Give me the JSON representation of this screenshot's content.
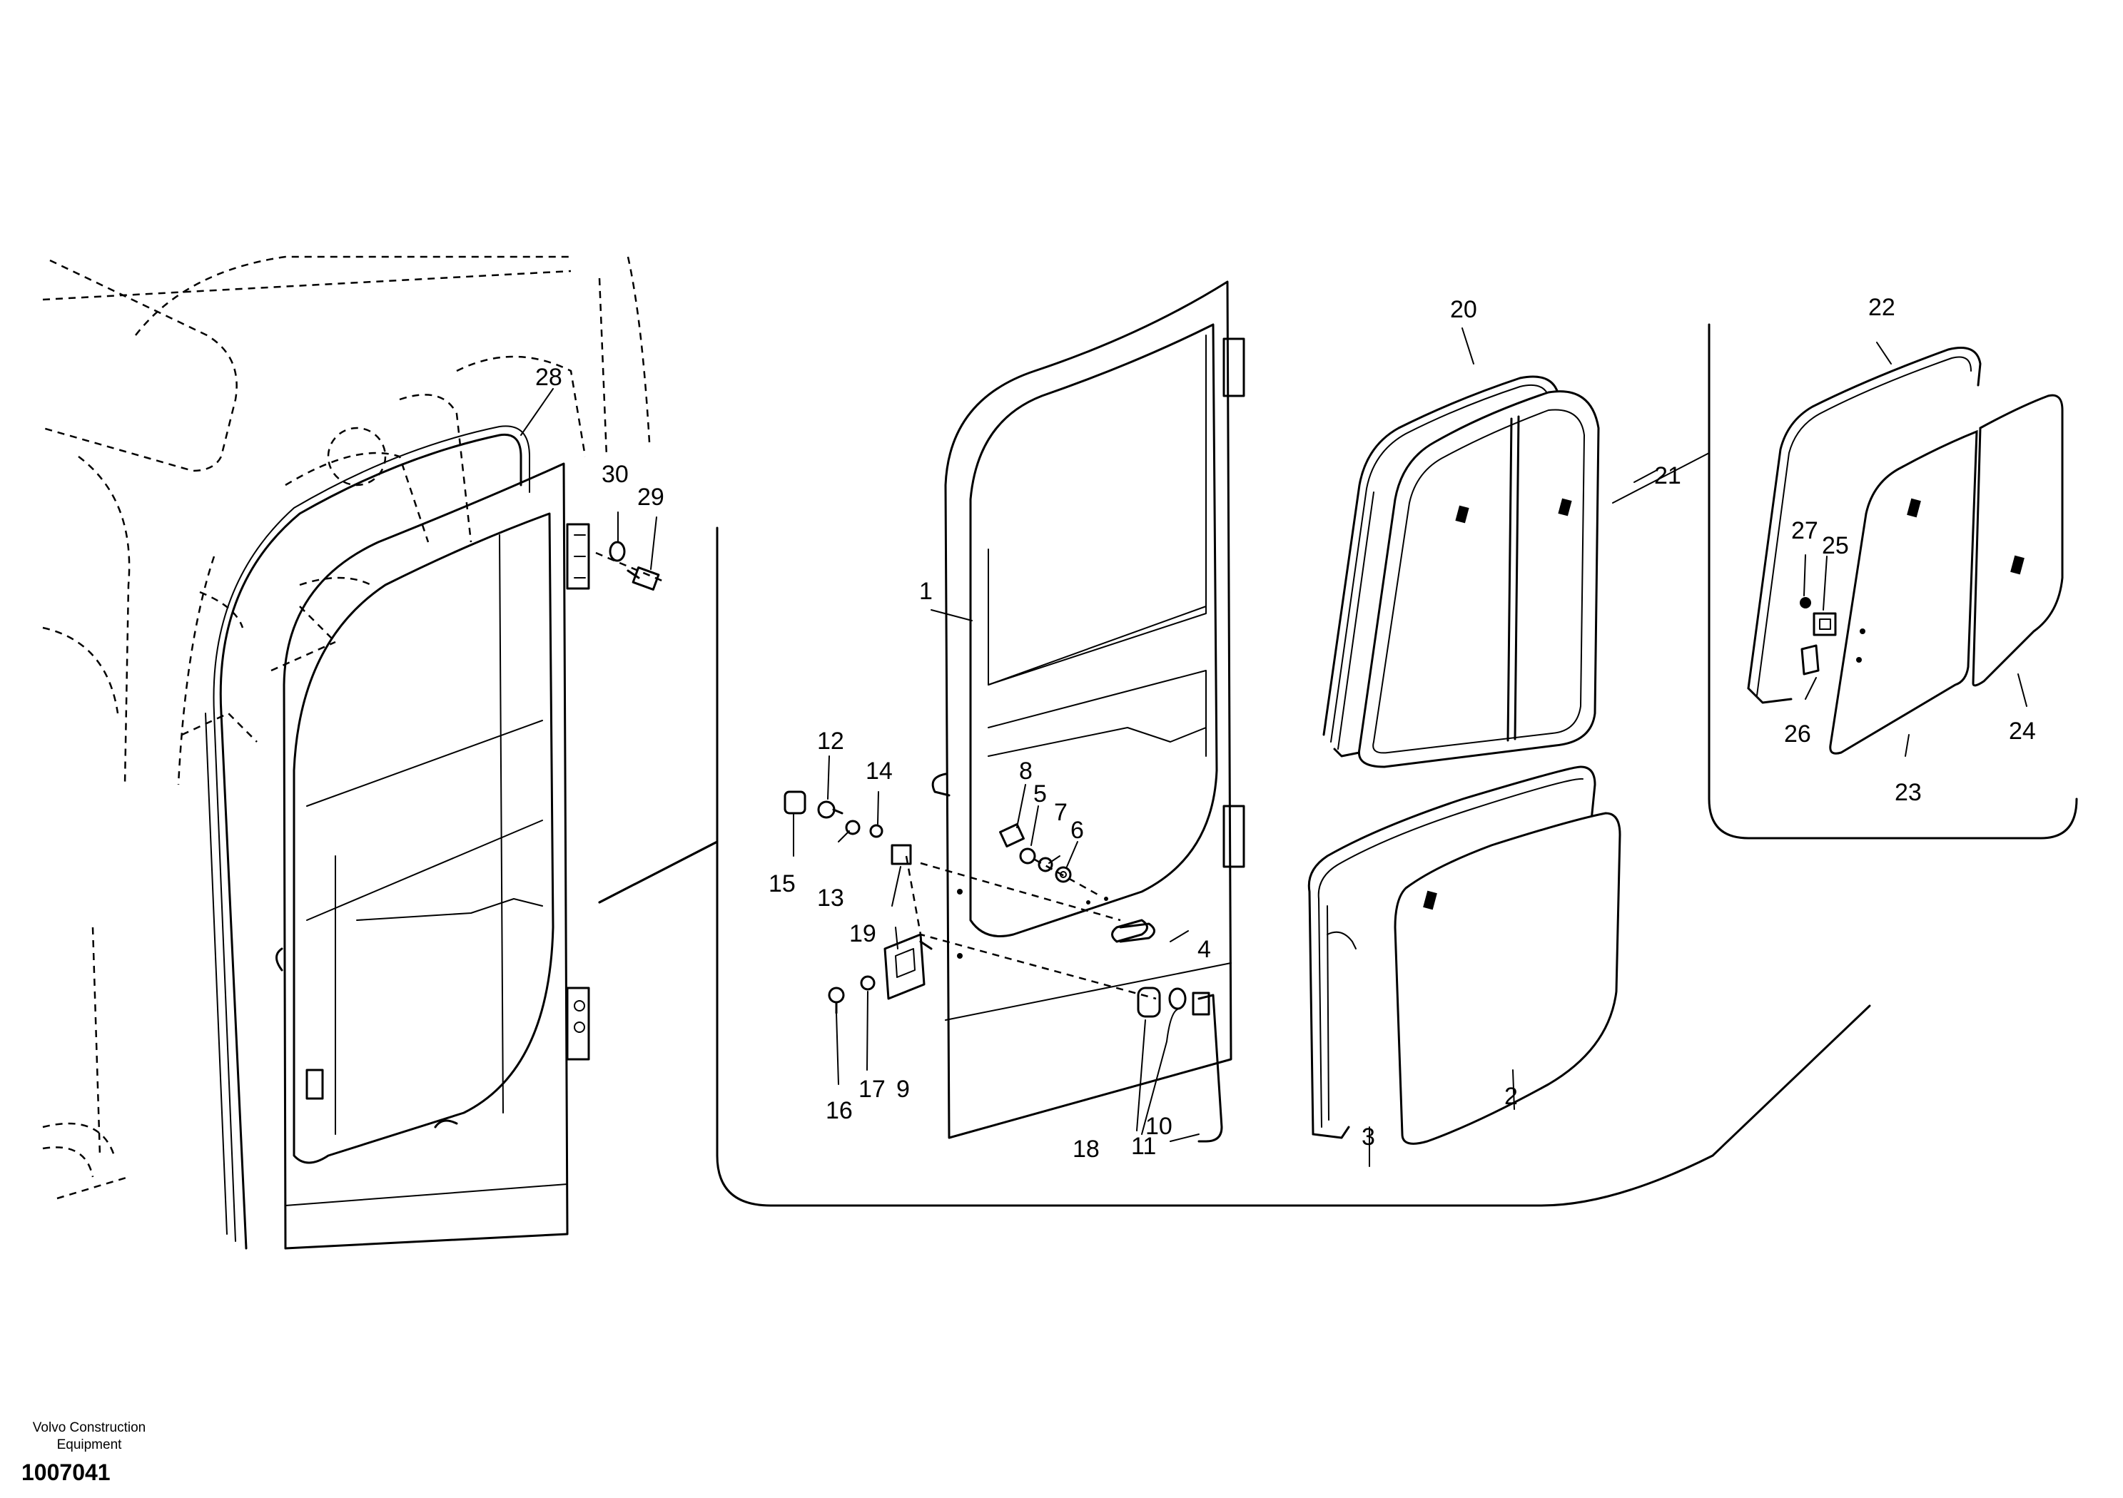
{
  "callouts": [
    "1",
    "2",
    "3",
    "4",
    "5",
    "6",
    "7",
    "8",
    "9",
    "10",
    "11",
    "12",
    "13",
    "14",
    "15",
    "16",
    "17",
    "18",
    "19",
    "20",
    "21",
    "22",
    "23",
    "24",
    "25",
    "26",
    "27",
    "28",
    "29",
    "30"
  ],
  "footer": {
    "company_line1": "Volvo Construction",
    "company_line2": "Equipment",
    "drawing_number": "1007041"
  }
}
